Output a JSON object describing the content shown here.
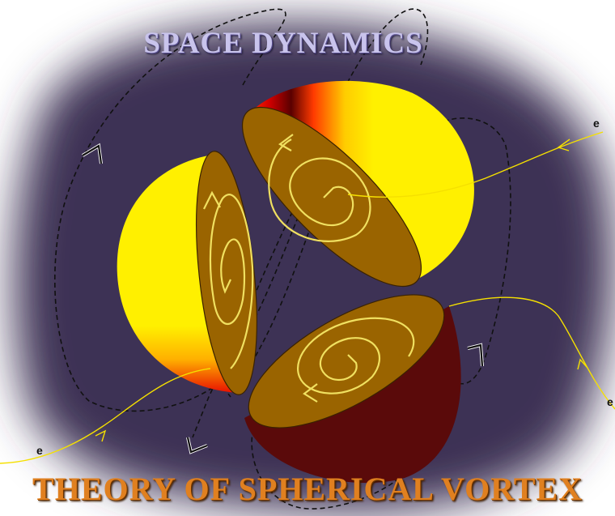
{
  "title": "SPACE  DYNAMICS",
  "subtitle": "THEORY OF SPHERICAL VORTEX",
  "electron_labels": [
    "e",
    "e",
    "e"
  ],
  "colors": {
    "background": "#3e3254",
    "sphere_yellow": "#ffee00",
    "sphere_red": "#e01010",
    "sphere_dark": "#5a0a0a",
    "cut_face": "#9a6400",
    "spiral": "#f0e060",
    "field_line": "#000000",
    "electron_path": "#f5e000",
    "title_top": "#c9c4ec",
    "title_bottom": "#e08020"
  }
}
